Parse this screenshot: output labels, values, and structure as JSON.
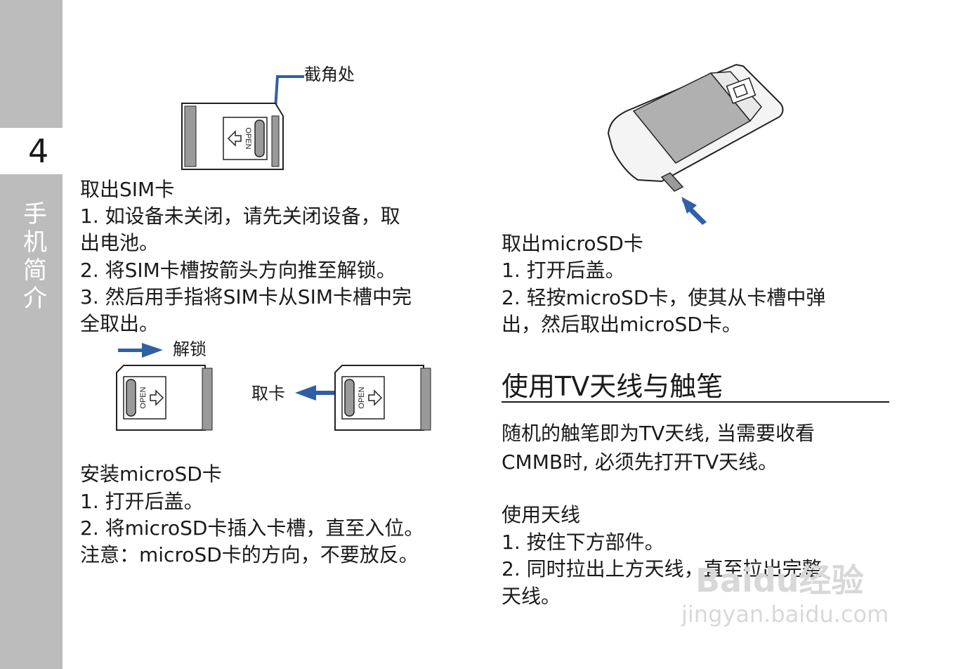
{
  "page": {
    "number": "4",
    "chapter_title": [
      "手",
      "机",
      "简",
      "介"
    ]
  },
  "fig_sim_card": {
    "notch_label": "截角处",
    "open_label": "OPEN"
  },
  "remove_sim": {
    "heading": "取出SIM卡",
    "lines": [
      "1. 如设备未关闭，请先关闭设备，取",
      "出电池。",
      "2. 将SIM卡槽按箭头方向推至解锁。",
      "3. 然后用手指将SIM卡从SIM卡槽中完",
      "全取出。"
    ]
  },
  "fig_unlock": {
    "unlock_label": "解锁",
    "take_label": "取卡",
    "open_label": "OPEN"
  },
  "install_sd": {
    "heading": "安装microSD卡",
    "lines": [
      "1. 打开后盖。",
      "2. 将microSD卡插入卡槽，直至入位。",
      "注意：microSD卡的方向，不要放反。"
    ]
  },
  "remove_sd": {
    "heading": "取出microSD卡",
    "lines": [
      "1. 打开后盖。",
      "2. 轻按microSD卡，使其从卡槽中弹",
      "出，然后取出microSD卡。"
    ]
  },
  "tv_section": {
    "title": "使用TV天线与触笔",
    "intro": [
      "随机的触笔即为TV天线, 当需要收看",
      "CMMB时, 必须先打开TV天线。"
    ],
    "subheading": "使用天线",
    "steps": [
      "1.  按住下方部件。",
      "2.  同时拉出上方天线，直至拉出完整",
      "天线。"
    ]
  },
  "watermark": {
    "logo": "Baidu经验",
    "url": "jingyan.baidu.com"
  },
  "colors": {
    "sidebar": "#bcbcbc",
    "arrow_blue": "#2f5fa8",
    "text": "#1a1a1a"
  }
}
